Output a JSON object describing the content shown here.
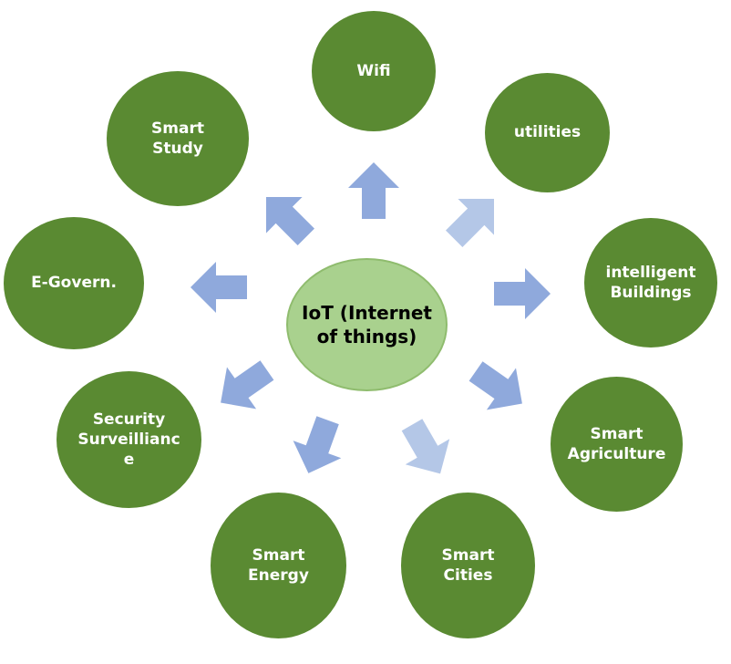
{
  "colors": {
    "outer_node": "#5a8a32",
    "center_node": "#a9d18e",
    "arrow_dark": "#8fa9dc",
    "arrow_light": "#b4c7e7"
  },
  "center": {
    "label": "IoT (Internet\nof things)"
  },
  "nodes": [
    {
      "label": "Wifi"
    },
    {
      "label": "utilities"
    },
    {
      "label": "intelligent\nBuildings"
    },
    {
      "label": "Smart\nAgriculture"
    },
    {
      "label": "Smart\nCities"
    },
    {
      "label": "Smart\nEnergy"
    },
    {
      "label": "Security\nSurveillianc\ne"
    },
    {
      "label": "E-Govern."
    },
    {
      "label": "Smart\nStudy"
    }
  ]
}
